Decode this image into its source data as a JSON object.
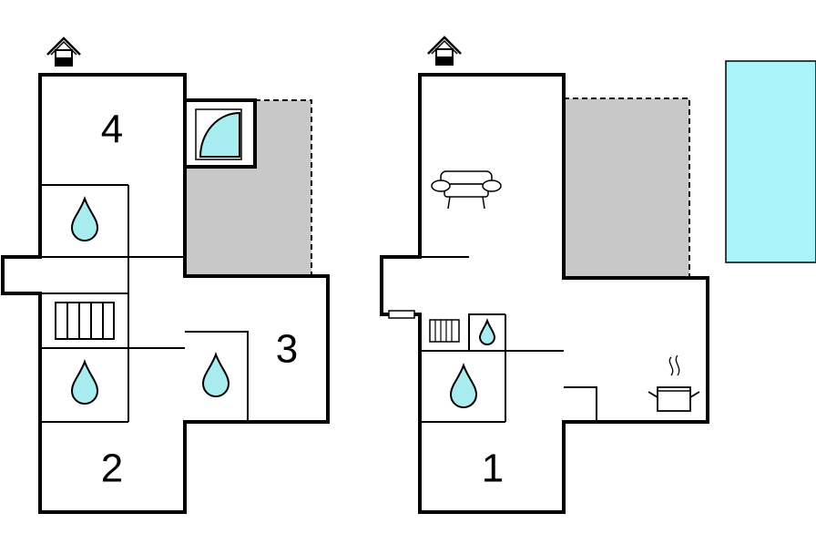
{
  "floors": [
    {
      "id": "left-floor",
      "rooms": [
        {
          "label": "4"
        },
        {
          "label": "2"
        },
        {
          "label": "3"
        }
      ],
      "icons": [
        "entrance-icon",
        "shower-icon",
        "water-drop-icon",
        "water-drop-icon",
        "water-drop-icon",
        "stairs-icon"
      ]
    },
    {
      "id": "right-floor",
      "rooms": [
        {
          "label": "1"
        }
      ],
      "icons": [
        "entrance-icon",
        "sofa-icon",
        "stairs-icon",
        "water-drop-icon",
        "water-drop-icon",
        "cooking-pot-icon",
        "radiator-icon"
      ]
    }
  ],
  "colors": {
    "water": "#a8ecf0",
    "pool": "#a8f4f8",
    "terrace": "#c8c8c8",
    "wall": "#000000"
  }
}
